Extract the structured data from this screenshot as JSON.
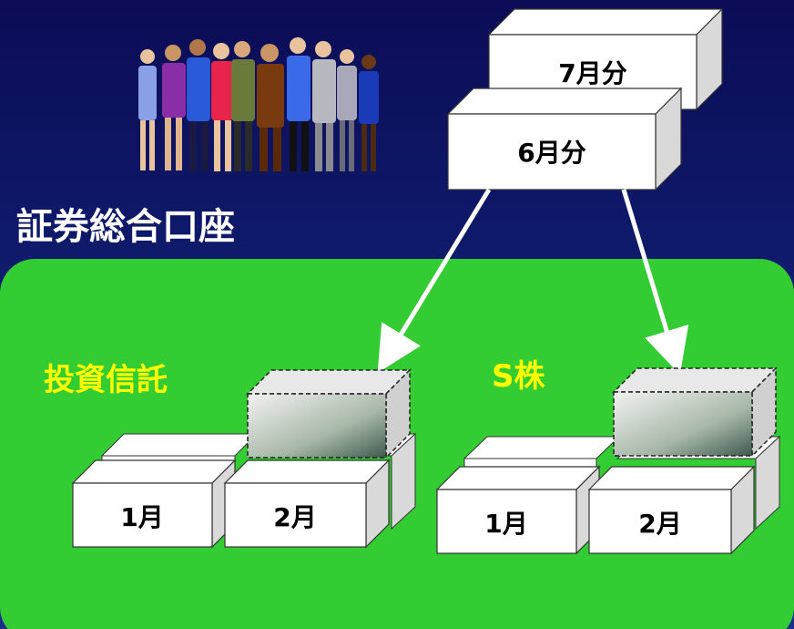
{
  "account_title": "証券総合口座",
  "incoming": {
    "july": "7月分",
    "june": "6月分"
  },
  "sections": [
    {
      "title": "投資信託",
      "months": [
        "1月",
        "2月"
      ]
    },
    {
      "title": "S株",
      "months": [
        "1月",
        "2月"
      ]
    }
  ],
  "colors": {
    "background": "#0f1a6b",
    "panel": "#33cc33",
    "section_title": "#ffff00",
    "title_text": "#ffffff",
    "arrow": "#ffffff"
  },
  "icons": [
    "people-group-icon"
  ]
}
